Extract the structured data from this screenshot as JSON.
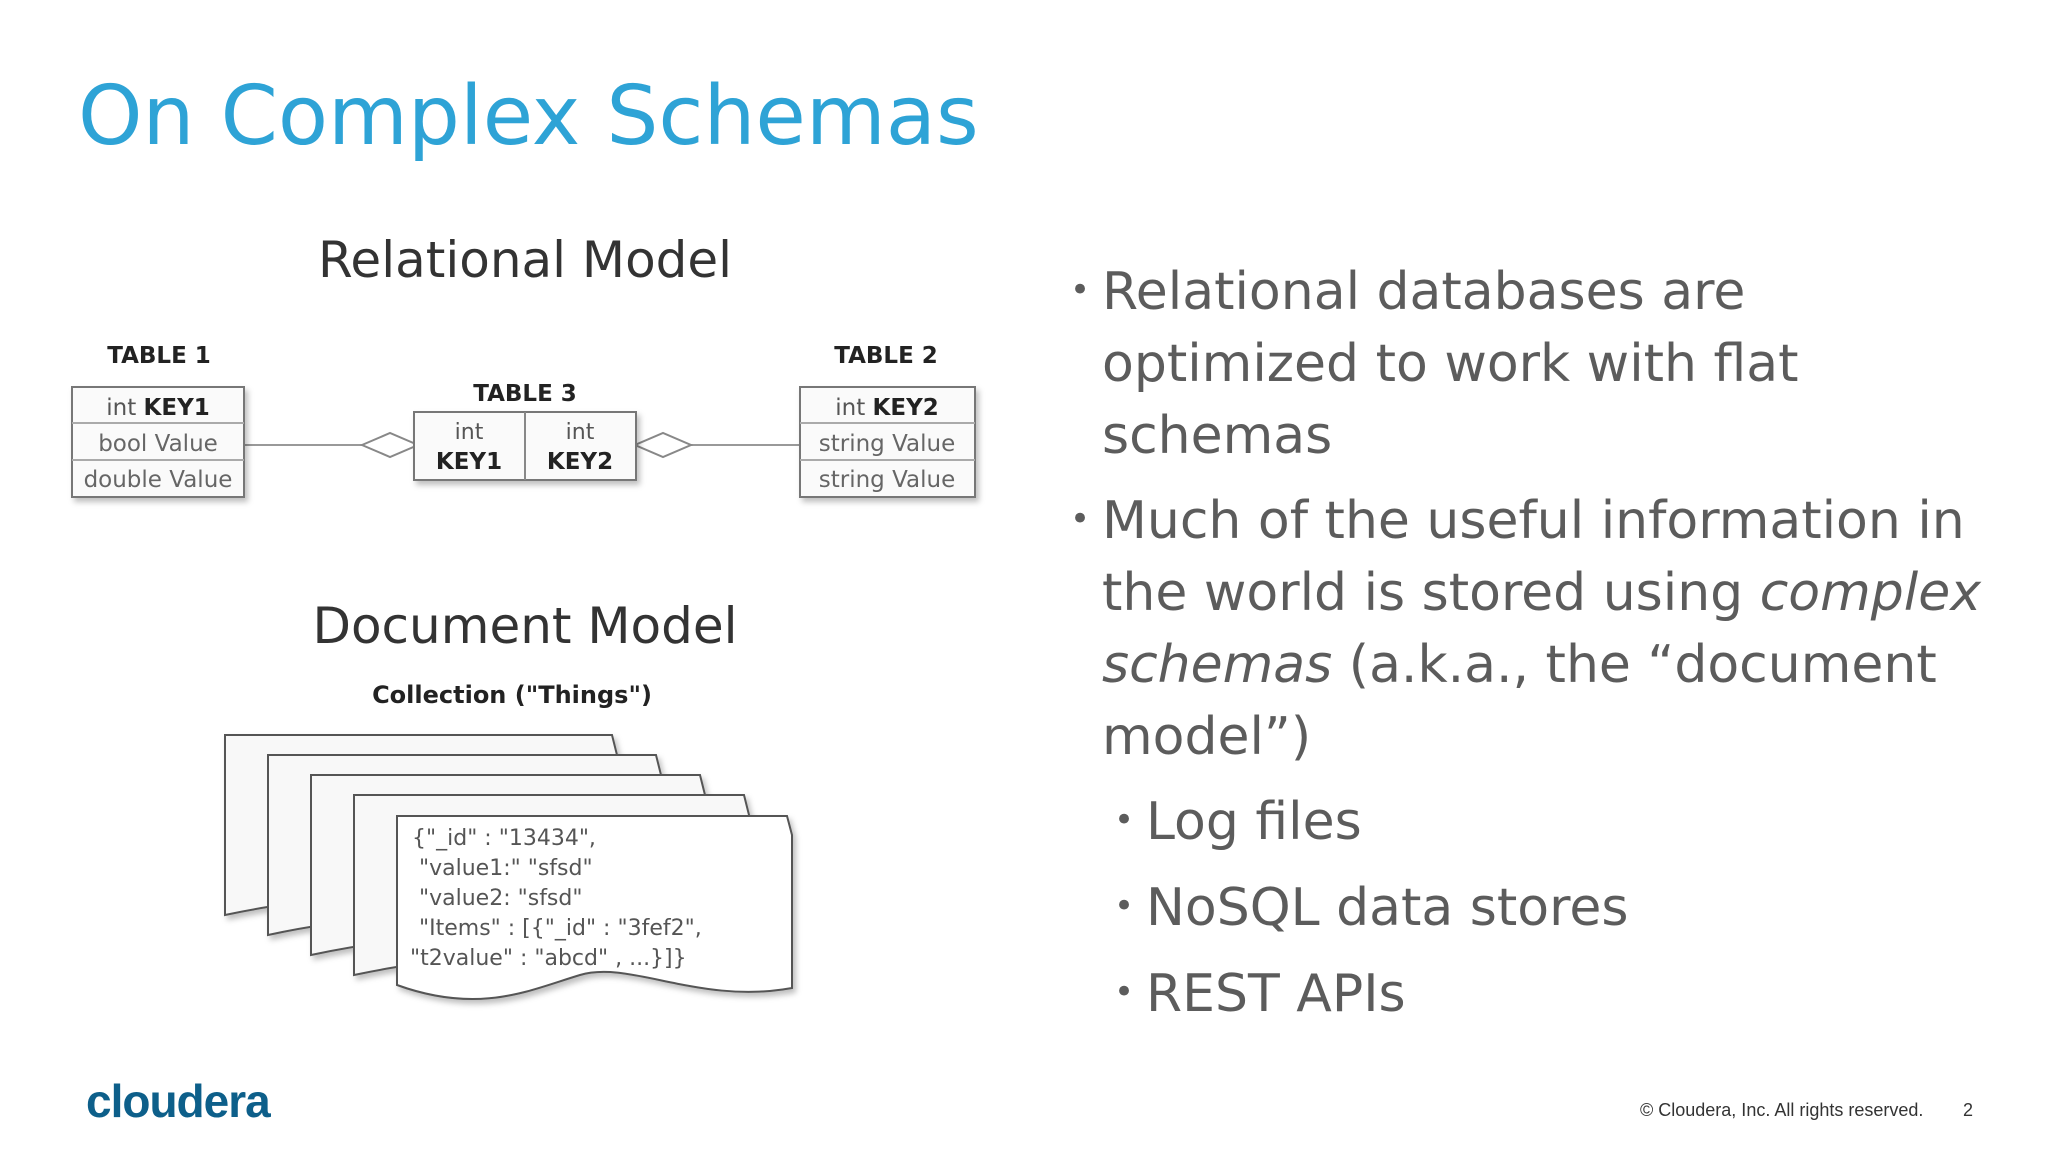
{
  "slide": {
    "title": "On Complex Schemas",
    "page_number": "2",
    "copyright": "© Cloudera, Inc. All rights reserved.",
    "logo_text": "cloudera"
  },
  "diagram": {
    "relational": {
      "heading": "Relational Model",
      "table1": {
        "title": "TABLE 1",
        "rows": [
          [
            "int ",
            "KEY1"
          ],
          [
            "bool Value",
            ""
          ],
          [
            "double Value",
            ""
          ]
        ]
      },
      "table2": {
        "title": "TABLE 2",
        "rows": [
          [
            "int ",
            "KEY2"
          ],
          [
            "string Value",
            ""
          ],
          [
            "string Value",
            ""
          ]
        ]
      },
      "table3": {
        "title": "TABLE 3",
        "col1_type": "int",
        "col1_key": "KEY1",
        "col2_type": "int",
        "col2_key": "KEY2"
      }
    },
    "document": {
      "heading": "Document Model",
      "collection": "Collection (\"Things\")",
      "json_lines": [
        "{\"_id\" : \"13434\",",
        " \"value1:\" \"sfsd\"",
        " \"value2: \"sfsd\"",
        " \"Items\" : [{\"_id\" : \"3fef2\",",
        "\"t2value\" : \"abcd\" , ...}]}"
      ]
    }
  },
  "bullets": {
    "b1": "Relational databases are optimized to work with flat schemas",
    "b2_pre": "Much of the useful information in the world is stored using ",
    "b2_em": "complex schemas",
    "b2_post": " (a.k.a., the “document model”)",
    "sub": [
      "Log files",
      "NoSQL data stores",
      "REST APIs"
    ]
  },
  "colors": {
    "title": "#2ea3d6",
    "body_text": "#5c5c5c",
    "logo": "#0d5f8a"
  }
}
